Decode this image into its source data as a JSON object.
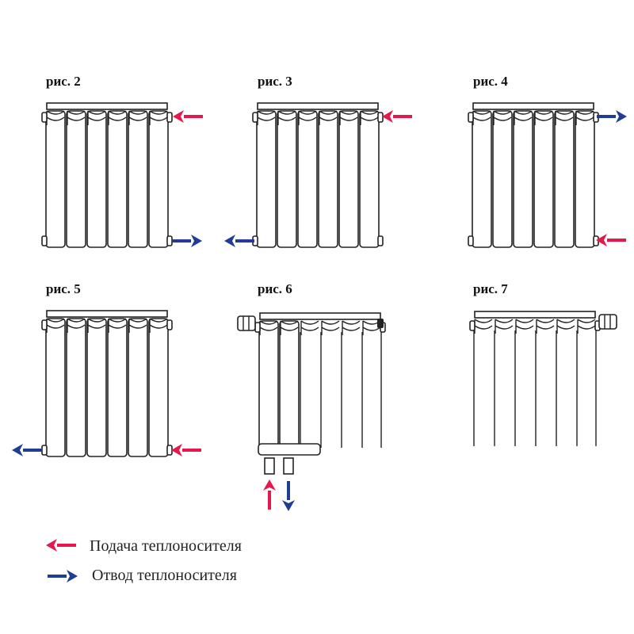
{
  "figures": [
    {
      "id": "fig2",
      "label": "рис. 2",
      "connection": "supply top-right, return bottom-right"
    },
    {
      "id": "fig3",
      "label": "рис. 3",
      "connection": "supply top-right, return bottom-left"
    },
    {
      "id": "fig4",
      "label": "рис. 4",
      "connection": "supply bottom-right, return top-right"
    },
    {
      "id": "fig5",
      "label": "рис. 5",
      "connection": "supply bottom-right, return bottom-left"
    },
    {
      "id": "fig6",
      "label": "рис. 6",
      "connection": "bottom connection, supply and return from below"
    },
    {
      "id": "fig7",
      "label": "рис. 7",
      "connection": "valve top-right"
    }
  ],
  "legend": {
    "supply": {
      "label": "Подача теплоносителя",
      "color": "#e8174a"
    },
    "return": {
      "label": "Отвод теплоносителя",
      "color": "#1f3c96"
    }
  },
  "radiator_sections": 6
}
